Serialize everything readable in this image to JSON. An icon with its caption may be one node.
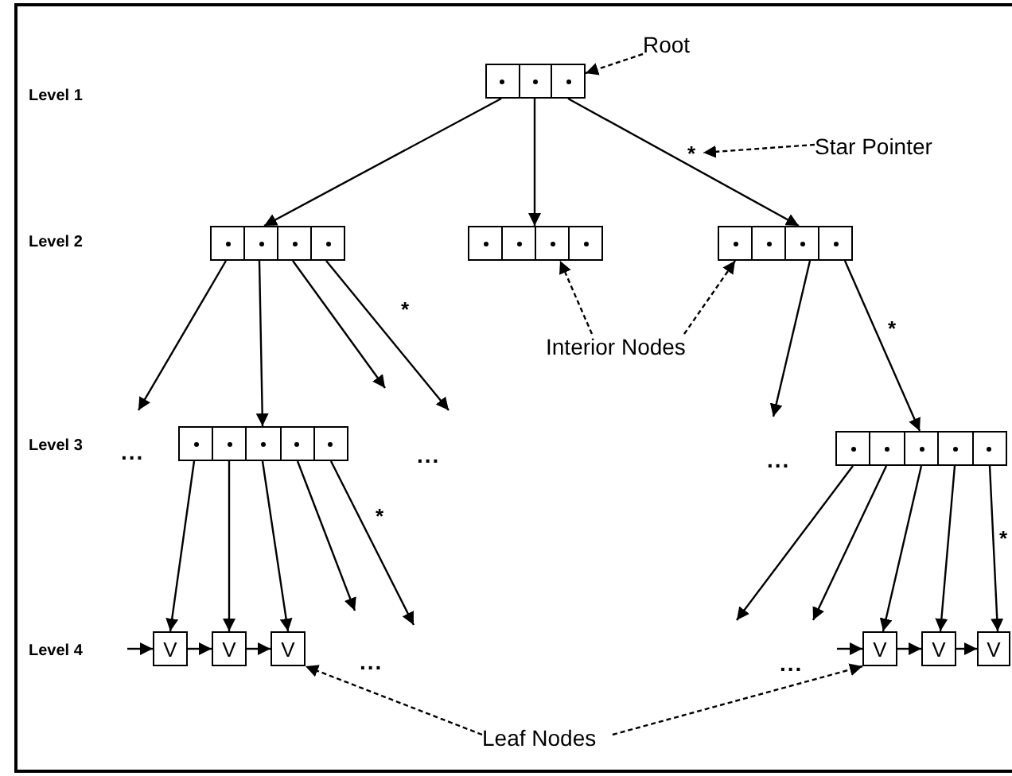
{
  "diagram": {
    "nodes": [
      {
        "text": [],
        "shape": "box"
      },
      {
        "text": [
          "Root"
        ]
      },
      {
        "text": [
          "*"
        ]
      },
      {
        "text": [
          "Star Pointer"
        ]
      },
      {
        "text": [],
        "shape": "box"
      },
      {
        "text": [],
        "shape": "box"
      },
      {
        "text": [],
        "shape": "box"
      },
      {
        "text": [
          "Interior Nodes"
        ]
      },
      {
        "text": [],
        "shape": "box"
      },
      {
        "text": [],
        "shape": "box"
      },
      {
        "text": [
          "V"
        ]
      },
      {
        "text": [
          "V"
        ]
      },
      {
        "text": [
          "V"
        ]
      },
      {
        "text": [
          "V"
        ]
      },
      {
        "text": [
          "V"
        ]
      },
      {
        "text": [
          "V"
        ]
      },
      {
        "text": [
          "Leaf Nodes"
        ]
      }
    ],
    "edges": [
      {
        "from": 1,
        "to": 0,
        "arrow": "to",
        "style": "dashed"
      },
      {
        "from": 0,
        "to": 4,
        "arrow": "to"
      },
      {
        "from": 0,
        "to": 5,
        "arrow": "to"
      },
      {
        "from": 0,
        "to": 6,
        "arrow": "to"
      },
      {
        "from": 3,
        "to": 2,
        "arrow": "to",
        "style": "dashed"
      },
      {
        "from": 4,
        "to": null,
        "arrow": "to"
      },
      {
        "from": 4,
        "to": 8,
        "arrow": "to"
      },
      {
        "from": 4,
        "to": null,
        "arrow": "to"
      },
      {
        "from": 4,
        "to": null,
        "arrow": "to",
        "label": "*"
      },
      {
        "from": 7,
        "to": 5,
        "arrow": "to",
        "style": "dashed"
      },
      {
        "from": 7,
        "to": 6,
        "arrow": "to",
        "style": "dashed"
      },
      {
        "from": 6,
        "to": null,
        "arrow": "to"
      },
      {
        "from": 6,
        "to": 9,
        "arrow": "to",
        "label": "*"
      },
      {
        "from": 8,
        "to": 10,
        "arrow": "to"
      },
      {
        "from": 8,
        "to": 11,
        "arrow": "to"
      },
      {
        "from": 8,
        "to": 12,
        "arrow": "to"
      },
      {
        "from": 8,
        "to": null,
        "arrow": "to"
      },
      {
        "from": 8,
        "to": null,
        "arrow": "to",
        "label": "*"
      },
      {
        "from": 9,
        "to": null,
        "arrow": "to"
      },
      {
        "from": 9,
        "to": null,
        "arrow": "to"
      },
      {
        "from": 9,
        "to": 13,
        "arrow": "to"
      },
      {
        "from": 9,
        "to": 14,
        "arrow": "to"
      },
      {
        "from": 9,
        "to": 15,
        "arrow": "to",
        "label": "*"
      },
      {
        "from": null,
        "to": 10,
        "arrow": "to"
      },
      {
        "from": 10,
        "to": 11,
        "arrow": "to"
      },
      {
        "from": 11,
        "to": 12,
        "arrow": "to"
      },
      {
        "from": null,
        "to": 13,
        "arrow": "to"
      },
      {
        "from": 13,
        "to": 14,
        "arrow": "to"
      },
      {
        "from": 14,
        "to": 15,
        "arrow": "to"
      },
      {
        "from": 16,
        "to": 12,
        "arrow": "to",
        "style": "dashed"
      },
      {
        "from": 16,
        "to": 13,
        "arrow": "to",
        "style": "dashed"
      }
    ],
    "labels": [
      "Level 1",
      "Level 2",
      "Level 3",
      "...",
      "...",
      "...",
      "Level 4",
      "...",
      "..."
    ]
  }
}
